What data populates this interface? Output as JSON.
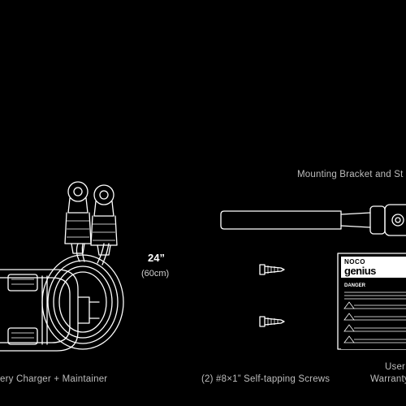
{
  "labels": {
    "mounting_bracket": "Mounting Bracket and St",
    "charger": "ery Charger + Maintainer",
    "screws": "(2) #8×1” Self-tapping Screws",
    "user_guide_line1": "User",
    "user_guide_line2": "Warranty"
  },
  "dimension": {
    "length": "24”",
    "metric": "(60cm)"
  },
  "manual": {
    "brand_top": "NOCO",
    "brand_bottom": "genius",
    "danger_heading": "DANGER"
  },
  "colors": {
    "background": "#000000",
    "line_art": "#ffffff",
    "label_text": "#bdbdbd"
  }
}
